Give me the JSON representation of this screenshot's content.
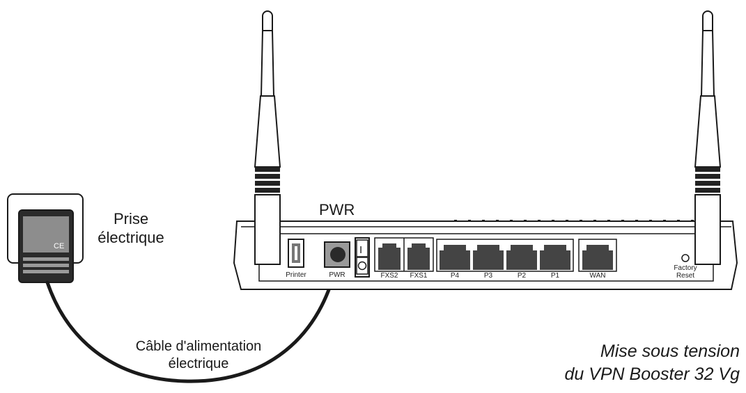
{
  "labels": {
    "outlet_line1": "Prise",
    "outlet_line2": "électrique",
    "pwr_top": "PWR",
    "cable_line1": "Câble d'alimentation",
    "cable_line2": "électrique",
    "caption_line1": "Mise sous tension",
    "caption_line2": "du VPN Booster 32 Vg"
  },
  "ports": {
    "printer": "Printer",
    "pwr": "PWR",
    "fxs2": "FXS2",
    "fxs1": "FXS1",
    "p4": "P4",
    "p3": "P3",
    "p2": "P2",
    "p1": "P1",
    "wan": "WAN",
    "reset_line1": "Factory",
    "reset_line2": "Reset"
  },
  "switch": {
    "on_symbol": "I",
    "off_symbol": "O"
  },
  "adapter_mark": "CE",
  "colors": {
    "line": "#1a1a1a",
    "adapter_body": "#3a3a3a",
    "adapter_label": "#8a8a8a",
    "port_fill": "#444444",
    "pwr_port_fill": "#9a9a9a"
  }
}
